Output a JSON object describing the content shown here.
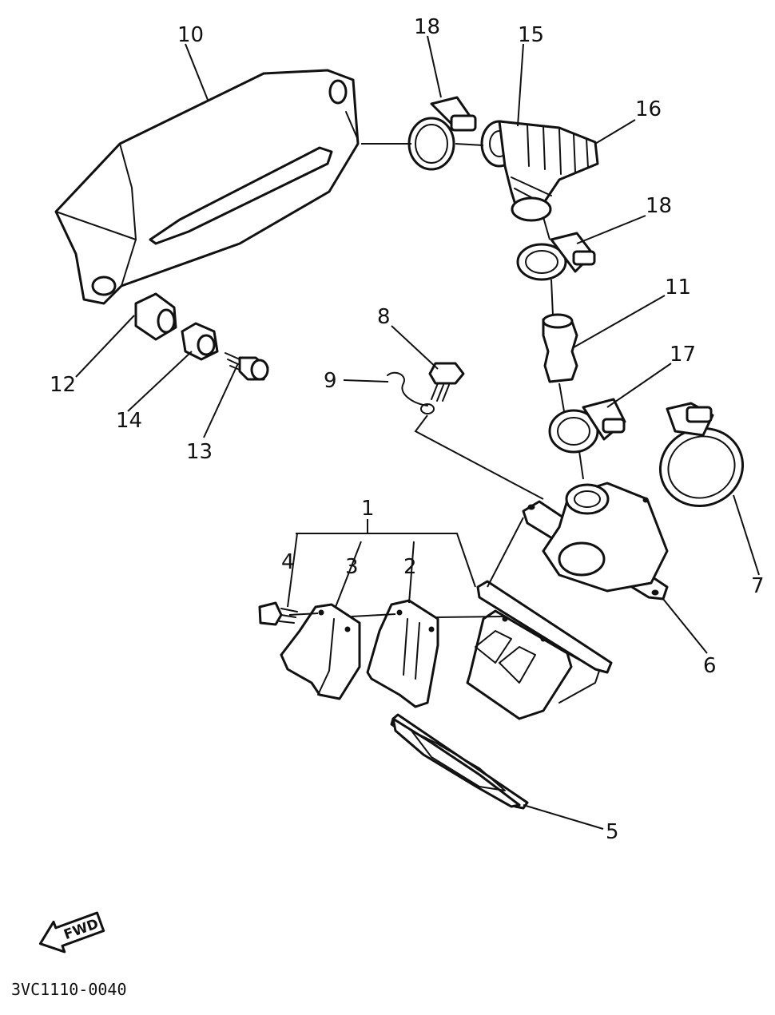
{
  "diagram": {
    "drawing_code": "3VC1110-0040",
    "direction_label": "FWD",
    "callouts": [
      "1",
      "2",
      "3",
      "4",
      "5",
      "6",
      "7",
      "8",
      "9",
      "10",
      "11",
      "12",
      "13",
      "14",
      "15",
      "16",
      "17",
      "18",
      "18"
    ]
  }
}
